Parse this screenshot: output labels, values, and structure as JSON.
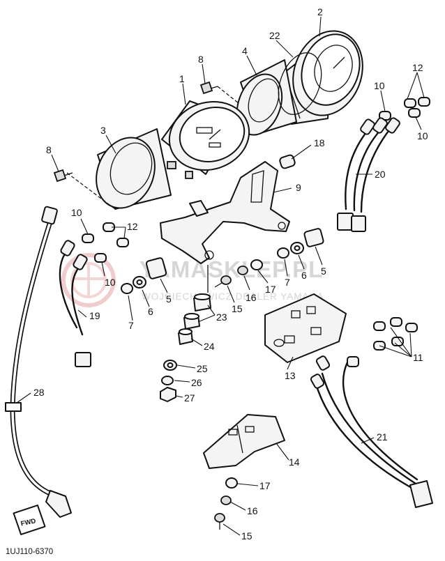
{
  "diagram": {
    "part_numbers": [
      {
        "key": "n2",
        "label": "2"
      },
      {
        "key": "n22",
        "label": "22"
      },
      {
        "key": "n4",
        "label": "4"
      },
      {
        "key": "n8a",
        "label": "8"
      },
      {
        "key": "n1",
        "label": "1"
      },
      {
        "key": "n3",
        "label": "3"
      },
      {
        "key": "n8b",
        "label": "8"
      },
      {
        "key": "n12a",
        "label": "12"
      },
      {
        "key": "n10a",
        "label": "10"
      },
      {
        "key": "n10b",
        "label": "10"
      },
      {
        "key": "n18",
        "label": "18"
      },
      {
        "key": "n20",
        "label": "20"
      },
      {
        "key": "n9",
        "label": "9"
      },
      {
        "key": "n10c",
        "label": "10"
      },
      {
        "key": "n12b",
        "label": "12"
      },
      {
        "key": "n10d",
        "label": "10"
      },
      {
        "key": "n5a",
        "label": "5"
      },
      {
        "key": "n5b",
        "label": "5"
      },
      {
        "key": "n6a",
        "label": "6"
      },
      {
        "key": "n6b",
        "label": "6"
      },
      {
        "key": "n7a",
        "label": "7"
      },
      {
        "key": "n7b",
        "label": "7"
      },
      {
        "key": "n17a",
        "label": "17"
      },
      {
        "key": "n16a",
        "label": "16"
      },
      {
        "key": "n15a",
        "label": "15"
      },
      {
        "key": "n19",
        "label": "19"
      },
      {
        "key": "n23",
        "label": "23"
      },
      {
        "key": "n24",
        "label": "24"
      },
      {
        "key": "n25",
        "label": "25"
      },
      {
        "key": "n26",
        "label": "26"
      },
      {
        "key": "n27",
        "label": "27"
      },
      {
        "key": "n13",
        "label": "13"
      },
      {
        "key": "n11",
        "label": "11"
      },
      {
        "key": "n28",
        "label": "28"
      },
      {
        "key": "n21",
        "label": "21"
      },
      {
        "key": "n14",
        "label": "14"
      },
      {
        "key": "n17b",
        "label": "17"
      },
      {
        "key": "n16b",
        "label": "16"
      },
      {
        "key": "n15b",
        "label": "15"
      }
    ],
    "direction_badge": "FWD",
    "diagram_code": "1UJ110-6370",
    "watermark": {
      "main": "YAMASKLEP.PL",
      "sub": "WOJCIECHOWICZ  DEALER YAMAHA"
    },
    "colors": {
      "linework": "#111111",
      "watermark": "#cfcfcf",
      "watermark_logo": "#f2c8c8"
    }
  }
}
